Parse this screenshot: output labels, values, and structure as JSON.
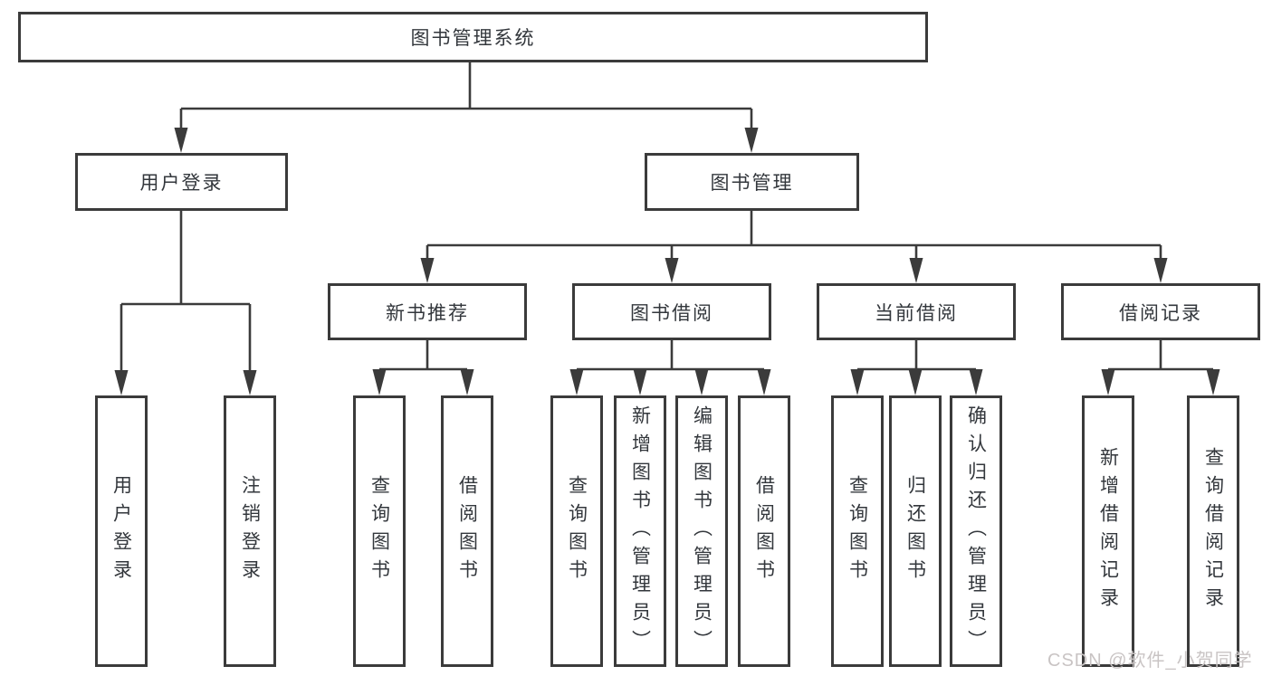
{
  "diagram": {
    "root": {
      "label": "图书管理系统"
    },
    "branches": [
      {
        "label": "用户登录",
        "children": [
          {
            "label": "用户登录"
          },
          {
            "label": "注销登录"
          }
        ]
      },
      {
        "label": "图书管理",
        "children": [
          {
            "label": "新书推荐",
            "children": [
              {
                "label": "查询图书"
              },
              {
                "label": "借阅图书"
              }
            ]
          },
          {
            "label": "图书借阅",
            "children": [
              {
                "label": "查询图书"
              },
              {
                "label": "新增图书（管理员）"
              },
              {
                "label": "编辑图书（管理员）"
              },
              {
                "label": "借阅图书"
              }
            ]
          },
          {
            "label": "当前借阅",
            "children": [
              {
                "label": "查询图书"
              },
              {
                "label": "归还图书"
              },
              {
                "label": "确认归还（管理员）"
              }
            ]
          },
          {
            "label": "借阅记录",
            "children": [
              {
                "label": "新增借阅记录"
              },
              {
                "label": "查询借阅记录"
              }
            ]
          }
        ]
      }
    ]
  },
  "watermark": {
    "text": "CSDN @软件_小贺同学"
  },
  "colors": {
    "line": "#3b3b3b",
    "box_border": "#3b3b3b",
    "text": "#33373c",
    "background": "#ffffff",
    "watermark": "#c9c4c4"
  }
}
